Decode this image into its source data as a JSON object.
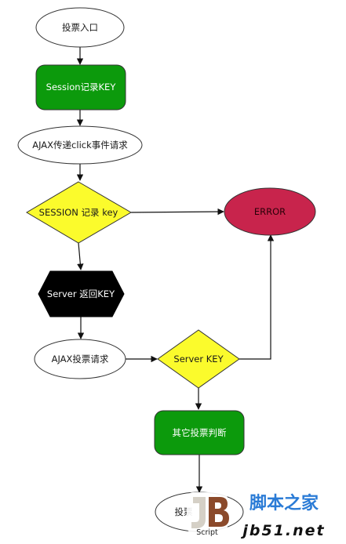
{
  "nodes": {
    "vote_entry": "投票入口",
    "session_record_key": "Session记录KEY",
    "ajax_click_request": "AJAX传递click事件请求",
    "session_record_key_check": "SESSION 记录 key",
    "error": "ERROR",
    "server_return_key": "Server 返回KEY",
    "ajax_vote_request": "AJAX投票请求",
    "server_key_check": "Server KEY",
    "other_vote_check": "其它投票判断",
    "vote_end": "投票"
  },
  "watermark": {
    "logo_letters": "JB",
    "logo_sub": "Script",
    "site_cn": "脚本之家",
    "site_url": "jb51.net"
  },
  "colors": {
    "green": "#0c9a0c",
    "yellow": "#fbfb2c",
    "crimson": "#c8244c",
    "black": "#000000",
    "outline": "#333333",
    "watermark_blue": "#2a7bd6",
    "watermark_brown": "#8b4a2b"
  }
}
